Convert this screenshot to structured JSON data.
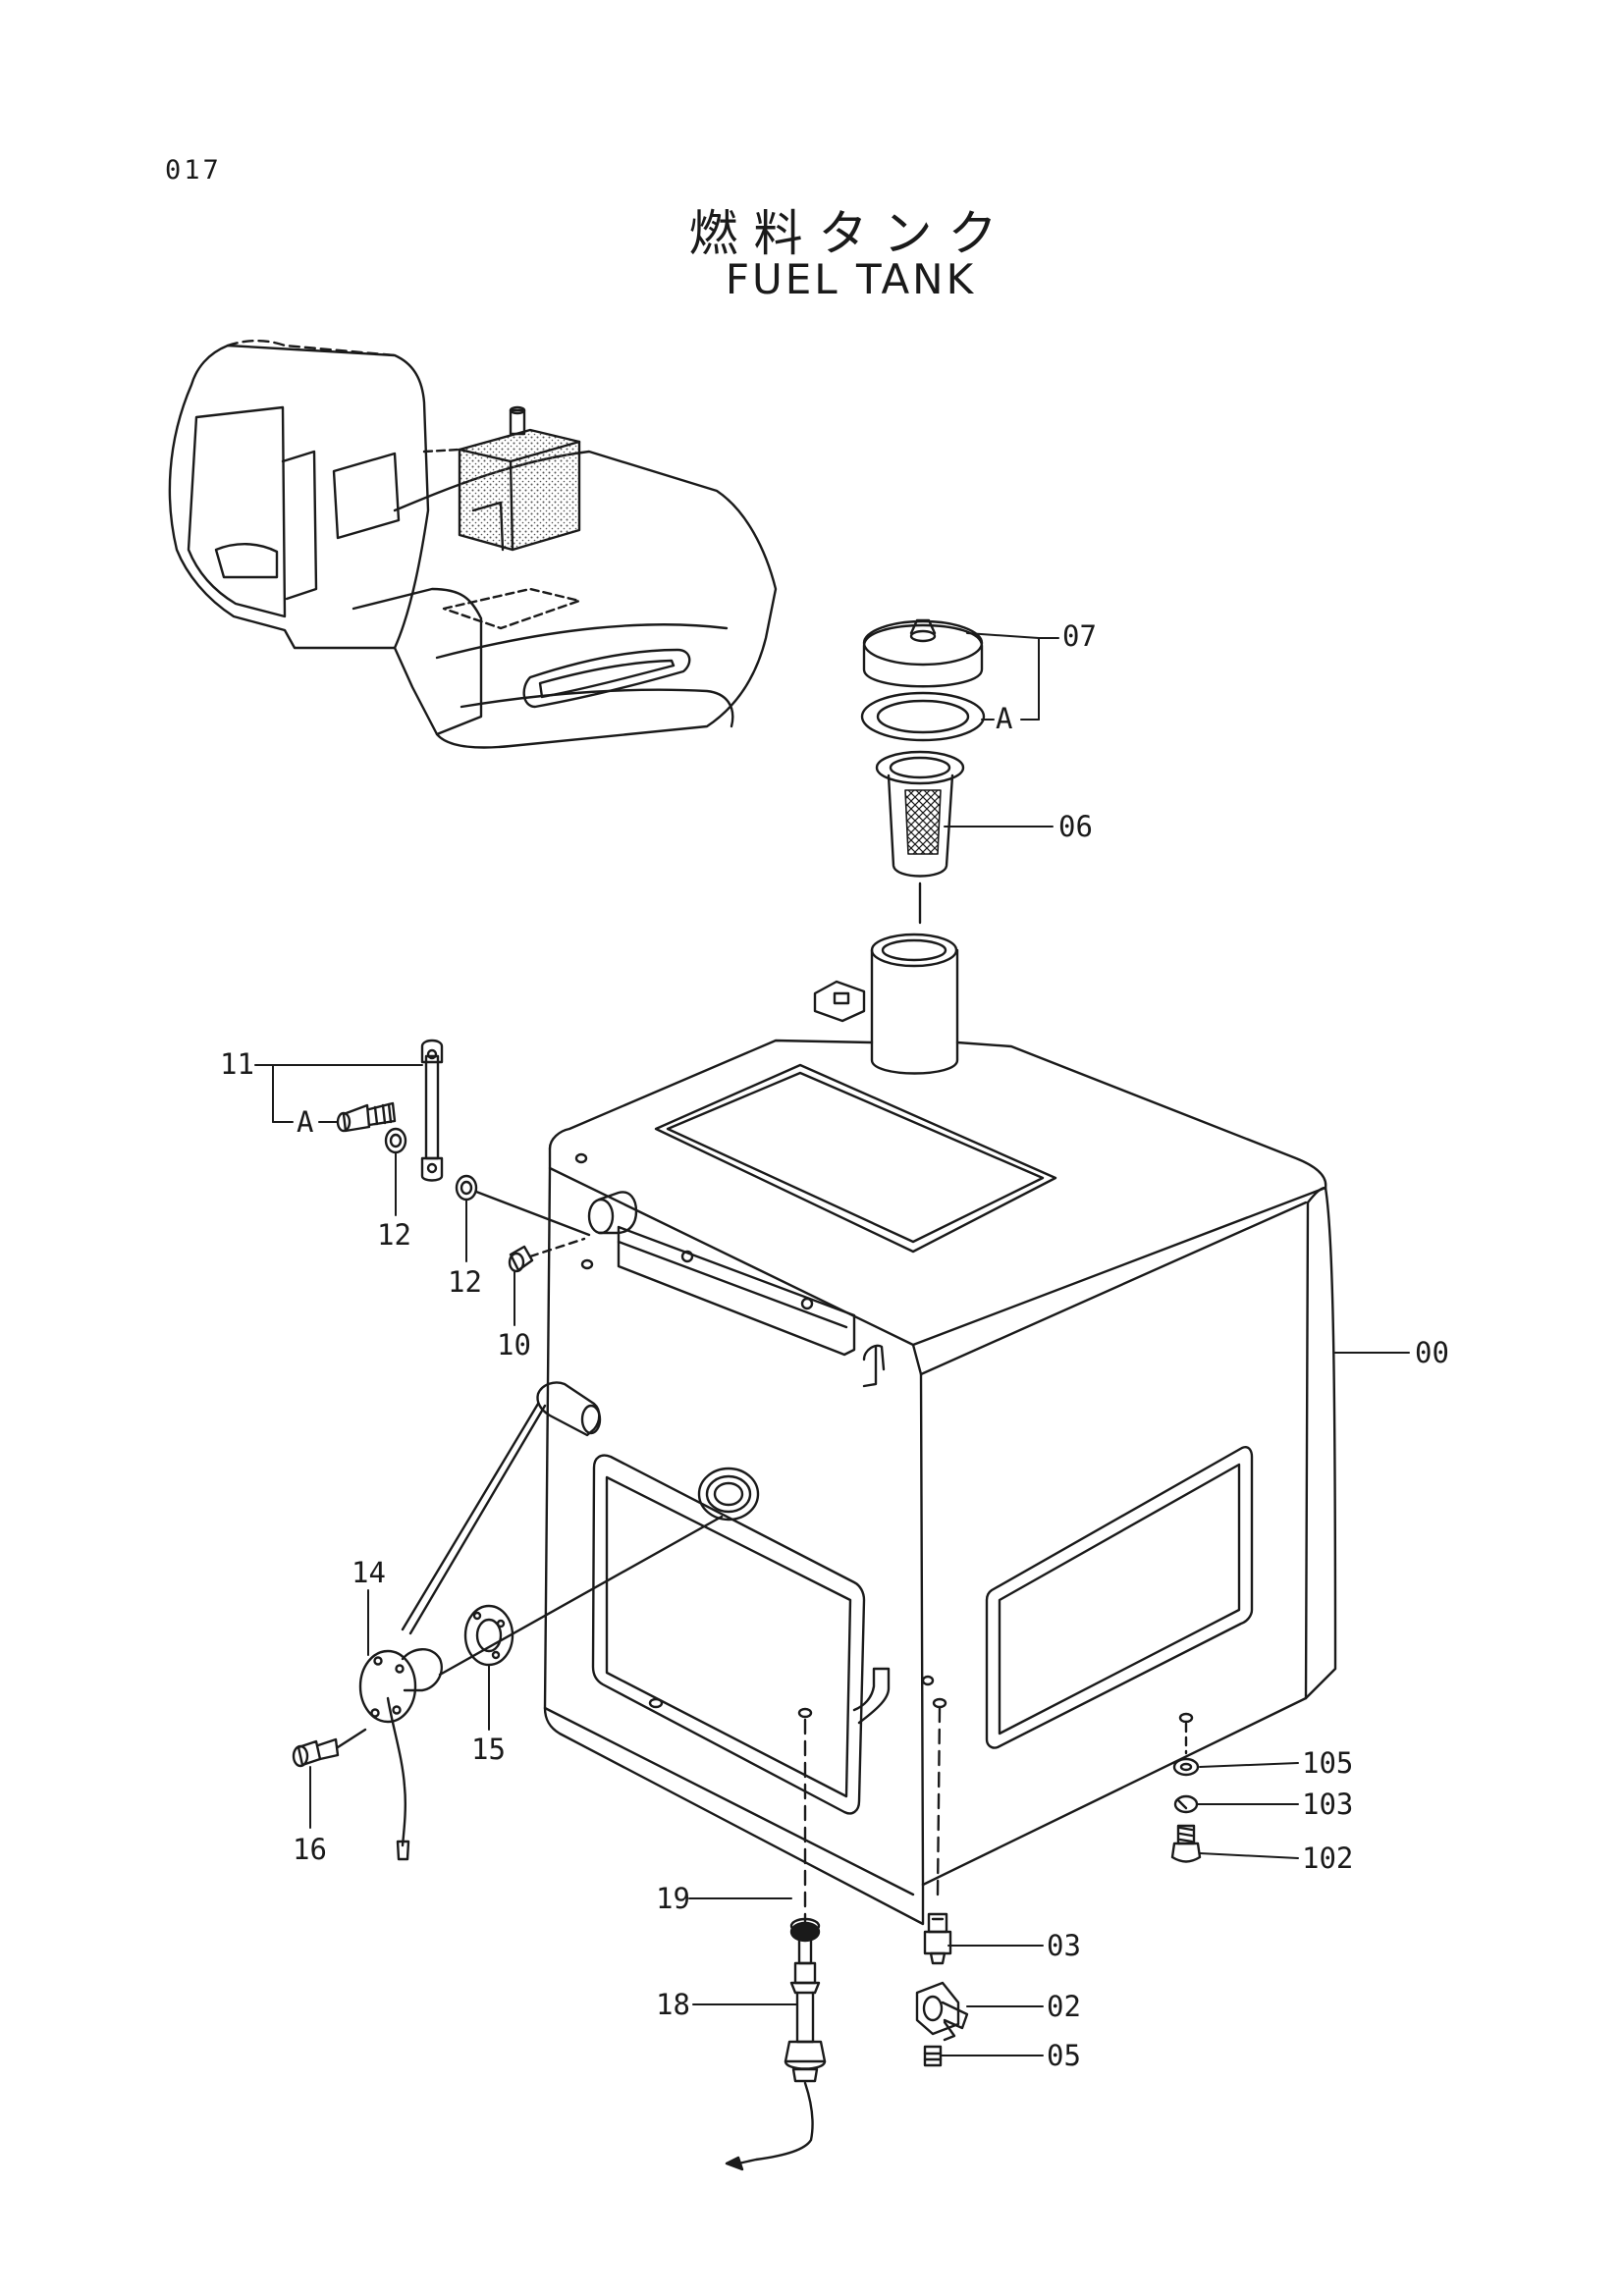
{
  "page": {
    "number": "017",
    "title_jp": "燃料タンク",
    "title_en": "FUEL TANK"
  },
  "colors": {
    "ink": "#1a1a1a",
    "paper": "#ffffff",
    "stipple": "#555555"
  },
  "parts": {
    "p00": "00",
    "p02": "02",
    "p03": "03",
    "p05": "05",
    "p06": "06",
    "p07": "07",
    "p10": "10",
    "p11": "11",
    "p12a": "12",
    "p12b": "12",
    "p14": "14",
    "p15": "15",
    "p16": "16",
    "p18": "18",
    "p19": "19",
    "p102": "102",
    "p103": "103",
    "p105": "105",
    "ref_a1": "A",
    "ref_a2": "A"
  }
}
